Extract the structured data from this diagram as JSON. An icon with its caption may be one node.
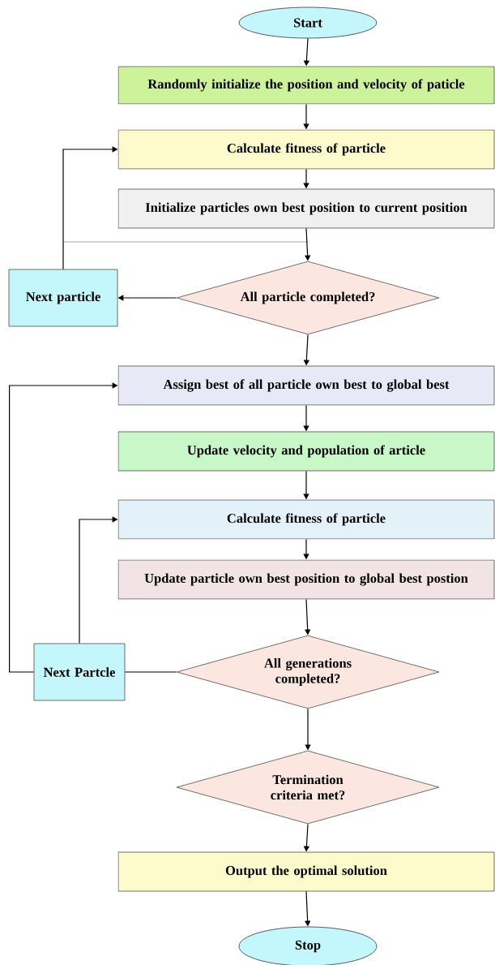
{
  "diagram": {
    "nodes": [
      {
        "text": [
          "Start"
        ]
      },
      {
        "text": [
          "Randomly initialize the position and velocity of paticle"
        ]
      },
      {
        "text": [
          "Calculate fitness of particle"
        ]
      },
      {
        "text": [
          "Initialize particles own best position to current position"
        ]
      },
      {
        "text": [
          "Next particle"
        ]
      },
      {
        "text": [
          "All particle completed?"
        ]
      },
      {
        "text": [
          "Assign best of all particle own best to global best"
        ]
      },
      {
        "text": [
          "Update velocity and population of article"
        ]
      },
      {
        "text": [
          "Calculate fitness of particle"
        ]
      },
      {
        "text": [
          "Update particle own best position to global best postion"
        ]
      },
      {
        "text": [
          "Next Partcle"
        ]
      },
      {
        "text": [
          "All generations completed?"
        ]
      },
      {
        "text": [
          "Termination criteria met?"
        ]
      },
      {
        "text": [
          "Output the optimal solution"
        ]
      },
      {
        "text": [
          "Stop"
        ]
      }
    ],
    "edges": [
      {
        "from": 0,
        "to": 1,
        "arrow": "to"
      },
      {
        "from": 1,
        "to": 2,
        "arrow": "to"
      },
      {
        "from": 2,
        "to": 3,
        "arrow": "to"
      },
      {
        "from": 3,
        "to": 5,
        "arrow": "to"
      },
      {
        "from": 5,
        "to": 4,
        "arrow": "to"
      },
      {
        "from": 4,
        "to": 2,
        "arrow": "to"
      },
      {
        "from": 5,
        "to": 6,
        "arrow": "to"
      },
      {
        "from": 6,
        "to": 7,
        "arrow": "to"
      },
      {
        "from": 7,
        "to": 8,
        "arrow": "to"
      },
      {
        "from": 8,
        "to": 9,
        "arrow": "to"
      },
      {
        "from": 9,
        "to": 11,
        "arrow": "to"
      },
      {
        "from": 11,
        "to": 10,
        "arrow": "none"
      },
      {
        "from": 10,
        "to": 6,
        "arrow": "to"
      },
      {
        "from": 10,
        "to": 8,
        "arrow": "to"
      },
      {
        "from": 11,
        "to": 12,
        "arrow": "to"
      },
      {
        "from": 12,
        "to": 13,
        "arrow": "to"
      },
      {
        "from": 13,
        "to": 14,
        "arrow": "to"
      }
    ]
  }
}
